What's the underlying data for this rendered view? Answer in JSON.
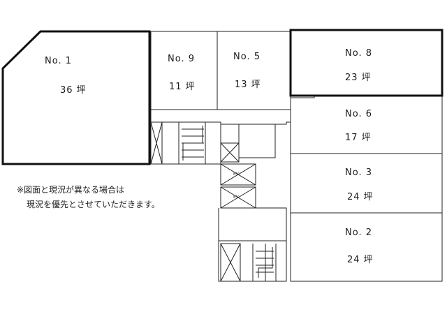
{
  "floor_plan": {
    "rooms": [
      {
        "id": "room-1",
        "number": "No. 1",
        "area": "36 坪",
        "highlight": true
      },
      {
        "id": "room-9",
        "number": "No. 9",
        "area": "11 坪",
        "highlight": false
      },
      {
        "id": "room-5",
        "number": "No. 5",
        "area": "13 坪",
        "highlight": false
      },
      {
        "id": "room-8",
        "number": "No. 8",
        "area": "23 坪",
        "highlight": true
      },
      {
        "id": "room-6",
        "number": "No. 6",
        "area": "17 坪",
        "highlight": false
      },
      {
        "id": "room-3",
        "number": "No. 3",
        "area": "24 坪",
        "highlight": false
      },
      {
        "id": "room-2",
        "number": "No. 2",
        "area": "24 坪",
        "highlight": false
      }
    ],
    "elevator_label": "EV",
    "note_line1": "※図面と現況が異なる場合は",
    "note_line2": "現況を優先とさせていただきます。"
  }
}
